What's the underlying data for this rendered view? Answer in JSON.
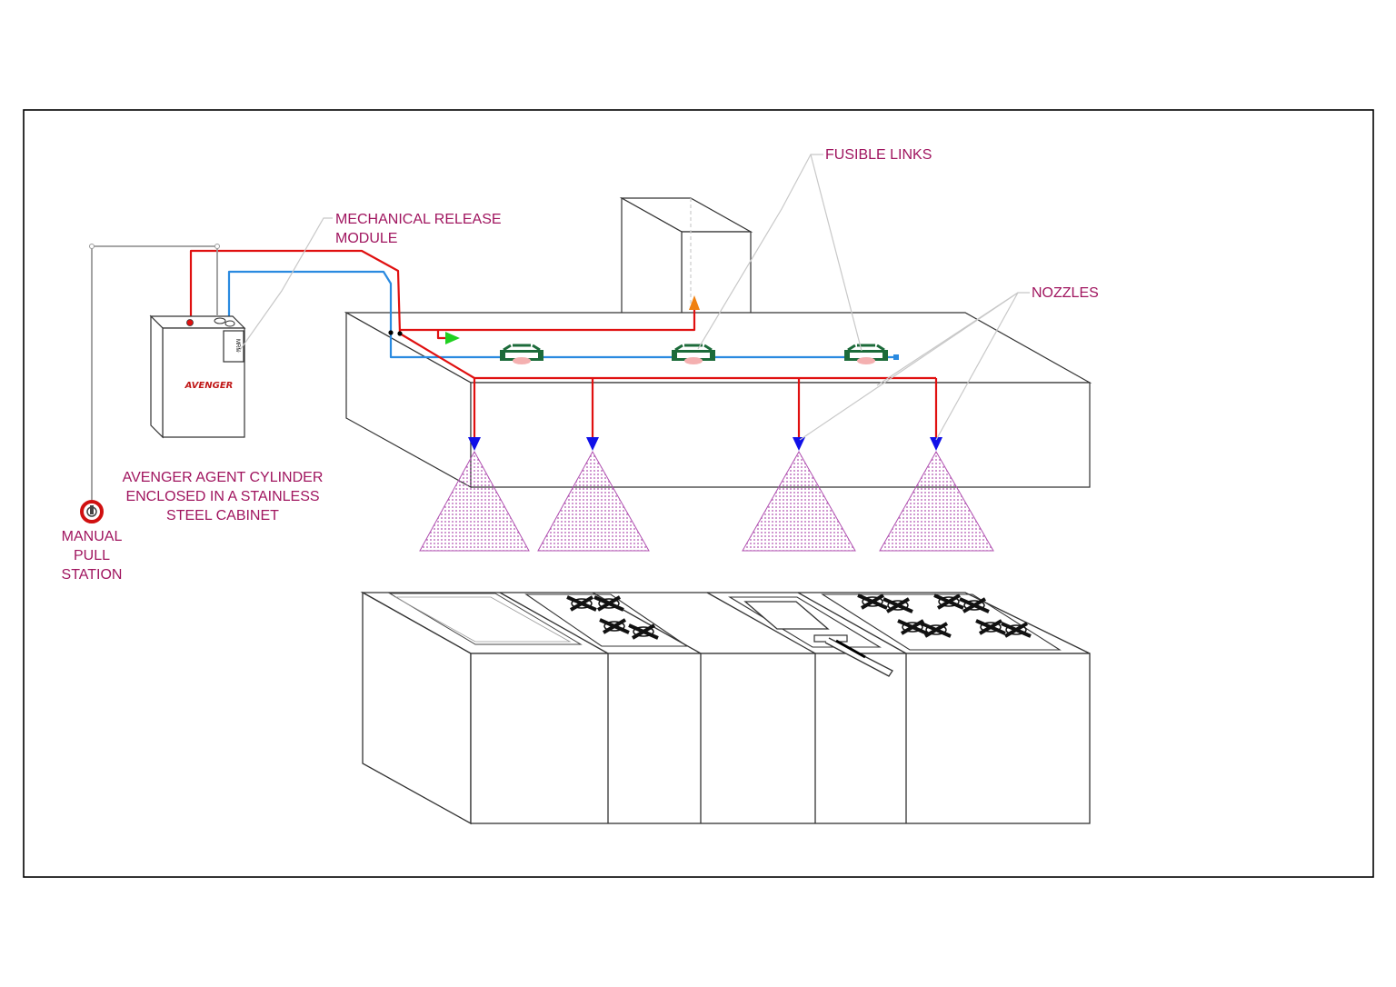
{
  "labels": {
    "fusible_links": "FUSIBLE LINKS",
    "mechanical_release_line1": "MECHANICAL RELEASE",
    "mechanical_release_line2": "MODULE",
    "nozzles": "NOZZLES",
    "cylinder_line1": "AVENGER AGENT CYLINDER",
    "cylinder_line2": "ENCLOSED IN A STAINLESS",
    "cylinder_line3": "STEEL CABINET",
    "pull_line1": "MANUAL",
    "pull_line2": "PULL",
    "pull_line3": "STATION"
  },
  "cabinet": {
    "brand": "AVENGER",
    "module_tag": "MRM"
  },
  "colors": {
    "label_text": "#a0155f",
    "frame": "#000000",
    "red_pipe": "#e01010",
    "blue_pipe": "#2a8ae0",
    "cable": "#999999",
    "leader": "#c8c8c8",
    "fusible_link": "#1c6b3a",
    "nozzle": "#1010e8",
    "spray": "#b050b0",
    "arrow_green": "#20d020",
    "arrow_orange": "#f08010"
  }
}
